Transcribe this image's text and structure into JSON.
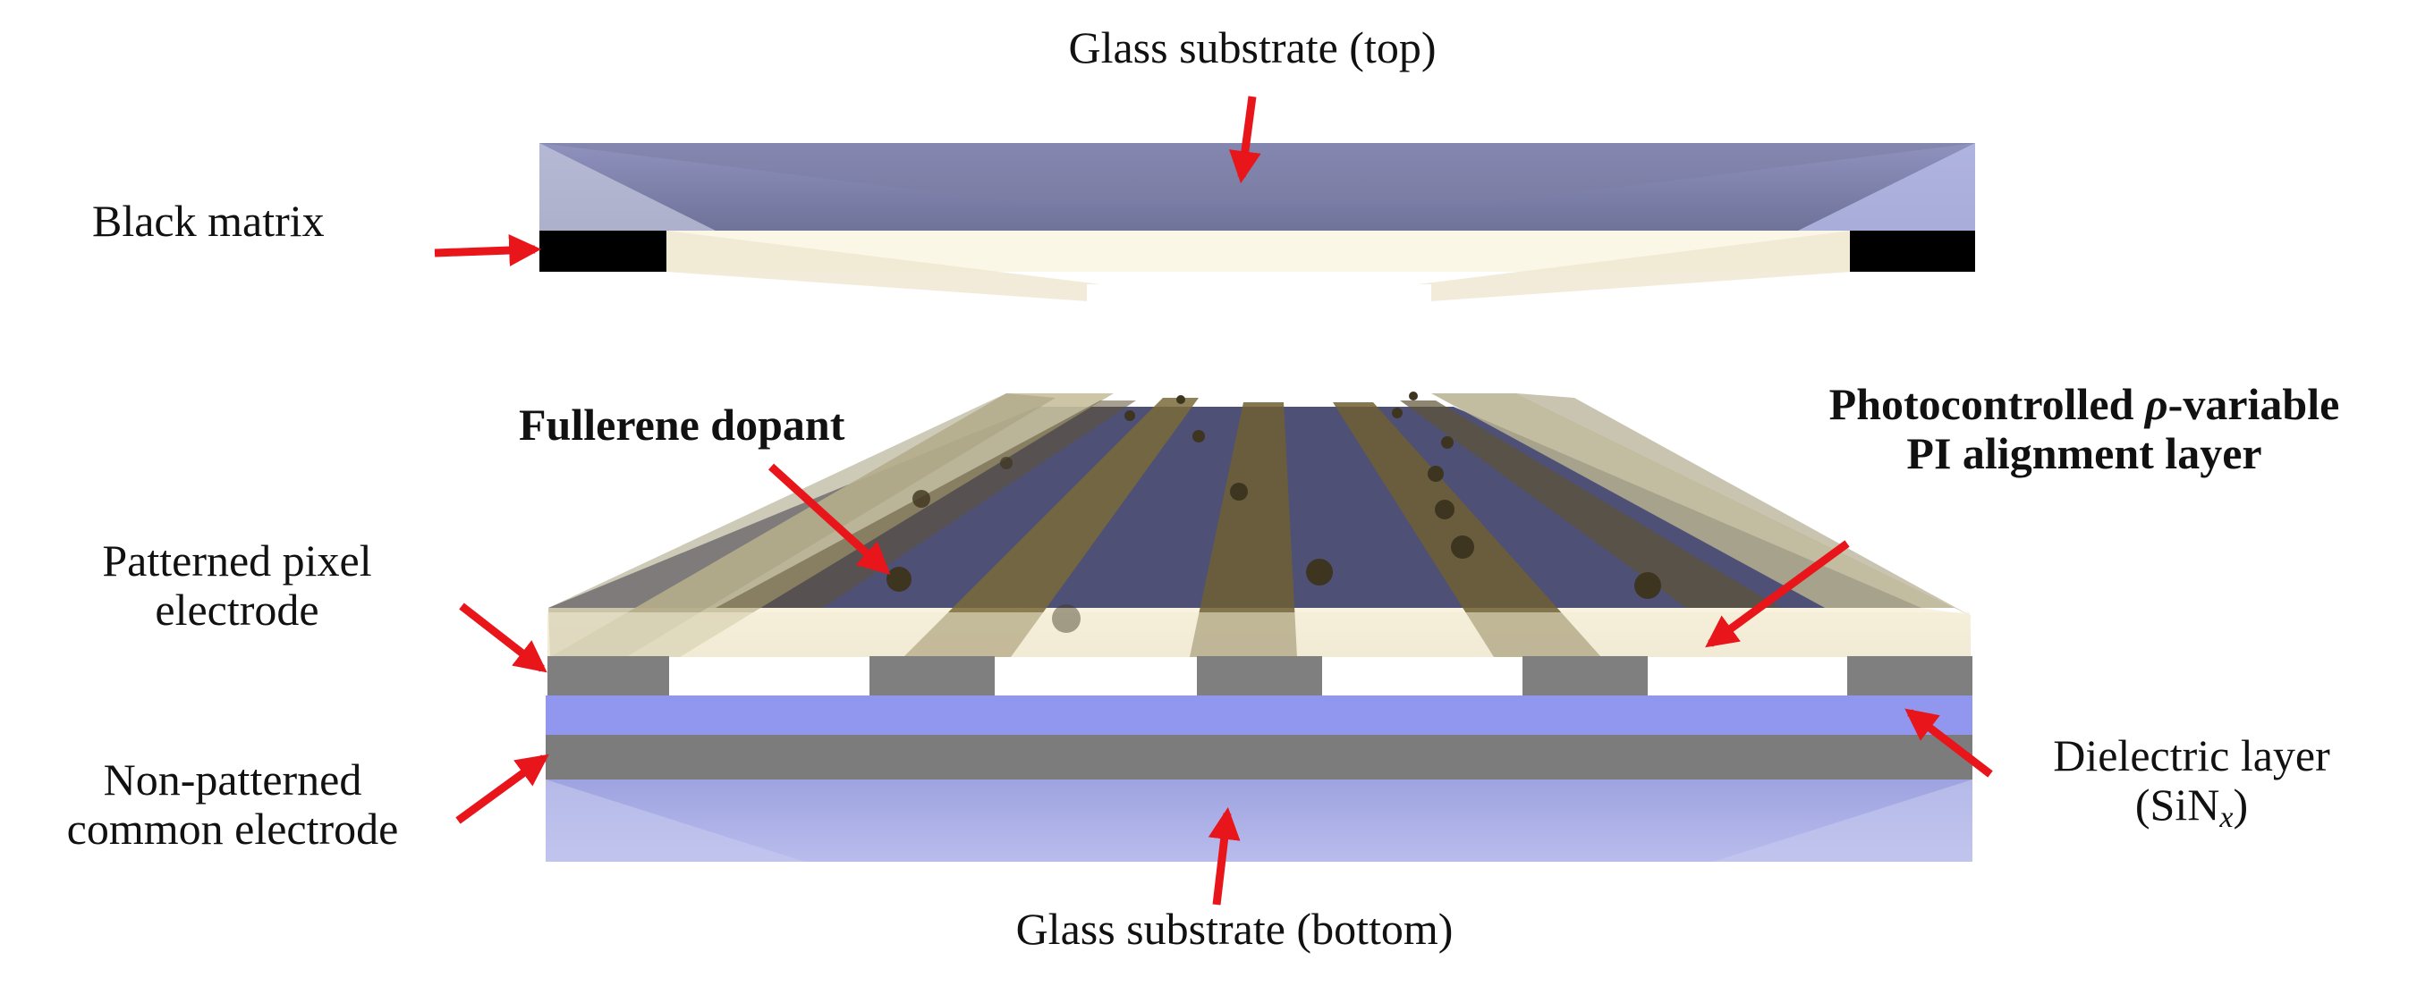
{
  "labels": {
    "glass_top": "Glass substrate (top)",
    "black_matrix": "Black matrix",
    "fullerene": "Fullerene dopant",
    "photocontrolled_line1_prefix": "Photocontrolled ",
    "photocontrolled_rho": "ρ",
    "photocontrolled_line1_suffix": "-variable",
    "photocontrolled_line2": "PI alignment layer",
    "patterned_line1": "Patterned pixel",
    "patterned_line2": "electrode",
    "nonpatterned_line1": "Non-patterned",
    "nonpatterned_line2": "common electrode",
    "dielectric_line1": "Dielectric layer",
    "dielectric_open": "(SiN",
    "dielectric_sub": "x",
    "dielectric_close": ")",
    "glass_bottom": "Glass substrate (bottom)"
  },
  "colors": {
    "arrow": "#e8151b",
    "glass_top": "#8c8fb8",
    "glass_bottom": "#a9ade6",
    "dielectric": "#9197ee",
    "electrode": "#7f7f7f",
    "black_matrix": "#000000",
    "alignment_layer": "#fbf6e6",
    "pi_strip": "#6a5a2e",
    "fullerene": "#3e3520"
  }
}
